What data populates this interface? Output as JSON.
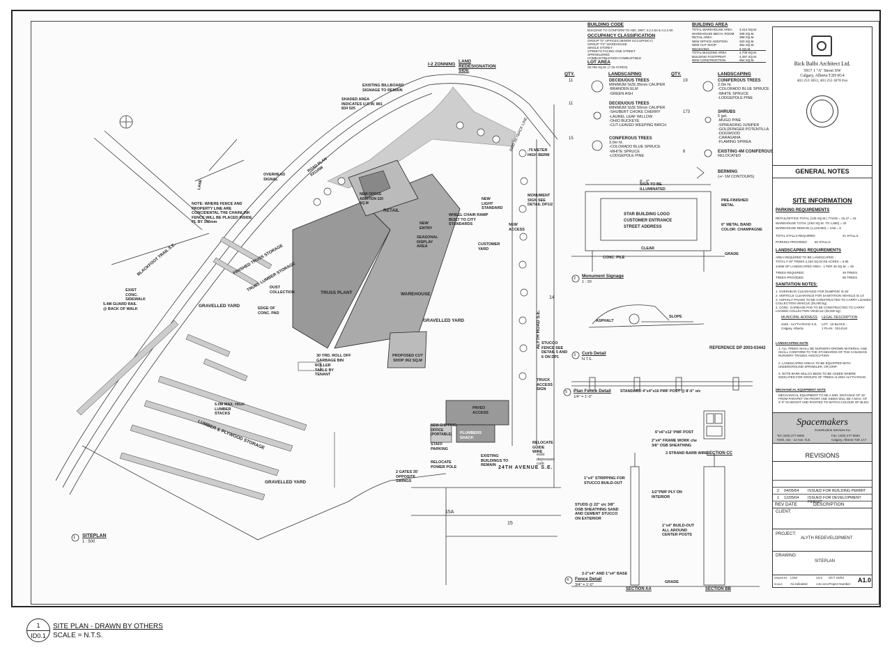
{
  "bottom": {
    "badge_top": "1",
    "badge_bottom": "ID0.1",
    "title": "SITE PLAN - DRAWN BY OTHERS",
    "scale": "SCALE = N.T.S."
  },
  "plan": {
    "i2_zoning": "I-2 ZONNING",
    "land_redesignation": "LAND REDESIGNATION SIDE",
    "existing_billboard": "EXISTING BILLBOARD SIGNAGE TO REMAIN",
    "shaded_area": "SHADED AREA INDICATES U.R.W. 891 834 525",
    "road_plan": "ROAD PLAN 9311096",
    "overhead_signal": "OVERHEAD SIGNAL",
    "lane": "LANE",
    "fence_note": "NOTE: WHERE FENCE AND PROPERTY LINE ARE CONCIDENTAL THE CHAINLINK FENCE WILL BE PLACED INSIDE PL BY 100mm",
    "blackfoot": "BLACKFOOT TRAIL S.E.",
    "finished_truss": "FINISHED TRUSS STORAGE",
    "truss_lumber": "TRUSS LUMBER STORAGE",
    "truss_plant": "TRUSS PLANT",
    "warehouse": "WAREHOUSE",
    "retail": "RETAIL",
    "new_office": "NEW OFFICE ADDITION 320 SQ.M",
    "gravelled_yard_1": "GRAVELLED YARD",
    "gravelled_yard_2": "GRAVELLED YARD",
    "gravelled_yard_3": "GRAVELLED YARD",
    "lumber_plywood": "LUMBER & PLYWOOD STORAGE",
    "proposed_cut_shop": "PROPOSED CUT SHOP 362 SQ.M",
    "customer_yard": "CUSTOMER YARD",
    "alyth_road": "ALYTH ROAD S.E.",
    "avenue_24": "24TH AVENUE S.E.",
    "plumbers_shack": "PLUMBERS SHACK",
    "new_shipping_office": "NEW SHIPPING OFFICE (PORTABLE)",
    "paved_access": "PAVED ACCESS",
    "seasonal_display": "SEASONAL DISPLAY AREA",
    "dust_collection": "DUST COLLECTION",
    "edge_conc_pad": "EDGE OF CONC. PAD",
    "roller_table": "ROLLER TABLE BY TENANT",
    "roll_off": "30 YRD. ROLL OFF GARBAGE BIN",
    "lumber_stacks": "5.0M MAX. HIGH LUMBER STACKS",
    "new_light": "NEW LIGHT STANDARD",
    "monument_sign": "MONUMENT SIGN SEE DETAIL DP1/2",
    "new_access": "NEW ACCESS",
    "new_entry": "NEW ENTRY",
    "wheel_chair": "WHEEL CHAIR RAMP BUILT TO CITY STANDARDS",
    "stucco_fence": "STUCCO FENCE SEE DETAIL 5 AND 6 ON DP1",
    "truck_access": "TRUCK ACCESS SIGN",
    "relocate_guide": "RELOCATE GUIDE WIRE",
    "exist_curb": "exist depressed curb",
    "existing_buildings": "EXISTING BUILDINGS TO REMAIN",
    "relocate_pole": "RELOCATE POWER POLE",
    "two_gates": "2 GATES 35' OPPOSITE SWINGS",
    "staff_parking": "STAFF PARKING",
    "guard_rail": "5.4M GUARD RAIL @ BACK OF WALK",
    "exist_sidewalk": "EXIST CONC. SIDEWALK",
    "siteplan_num": "1",
    "siteplan_label": "SITEPLAN",
    "siteplan_scale": "1 : 500",
    "lot_15": "15",
    "lot_15a": "15A",
    "lot_14": "14",
    "setback": "6000 SETBACK LINE",
    "meter_hedge": ".75 METER HIGH BERM",
    "reference": "REFERENCE DP 2003-03442"
  },
  "code": {
    "building_code_h": "BUILDING CODE",
    "building_code_1": "BUILDING TO CONFORM TO ABC 1997; 3.2.2.54 & 3.2.2.60",
    "occupancy_h": "OCCUPANCY CLASSIFICATION",
    "occ_1": "GROUP \"D\" OFFICES (MINOR OCCUPANCY)",
    "occ_2": "GROUP \"F2\" WAREHOUSE",
    "occ_3": "SINGLE STOREY",
    "occ_4": "STREETS FACING ONE STREET",
    "occ_5": "SPRINKLERED",
    "occ_6": "COMBUSTIBLE/NON-COMBUSTIBLE",
    "lot_area_h": "LOT AREA",
    "lot_area": "28,765 SQ.M. (7.33 ACRES)",
    "building_area_h": "BUILDING AREA",
    "area_rows": [
      [
        "TOTAL WAREHOUSE AREA",
        "3,414 SQ.M."
      ],
      [
        "WAREHOUSE MECH. ROOM",
        "208 SQ.M."
      ],
      [
        "RETAIL AREA",
        "399 SQ.M."
      ],
      [
        "NEW OFFICE ADDITION",
        "320 SQ.M."
      ],
      [
        "NEW CUT SHOP",
        "362 SQ.M."
      ],
      [
        "RECEIVING",
        "9 SQ.M."
      ],
      [
        "TOTAL BUILDING AREA",
        "4,709 SQ.M."
      ],
      [
        "BUILDING FOOTPRINT",
        "4,497 SQ.M."
      ],
      [
        "NEW CONSTRUCTION",
        "694 SQ.M."
      ]
    ]
  },
  "landscape": {
    "qty_h": "QTY.",
    "landscaping_h": "LANDSCAPING",
    "left": [
      {
        "qty": "11",
        "lines": [
          "DECIDUOUS TREES",
          "MINIMUM SIZE 85mm CALIPER",
          "-BRANDEN ELM",
          "-GREEN ASH"
        ]
      },
      {
        "qty": "11",
        "lines": [
          "DECIDUOUS TREES",
          "MINIMUM SIZE 50mm CALIPER",
          "-SHUBERT CHOKE CHERRY",
          "-LAUREL LEAF WILLOW",
          "-OHIO BUCKEYE",
          "-CUT-LEAVED WEEPING BIRCH"
        ]
      },
      {
        "qty": "15",
        "lines": [
          "CONIFEROUS TREES",
          "3.0m ht.",
          "-COLORADO BLUE SPRUCE",
          "-WHITE SPRUCE",
          "-LODGEPOLE PINE"
        ]
      }
    ],
    "right": [
      {
        "qty": "19",
        "lines": [
          "CONIFEROUS TREES",
          "2.0m ht.",
          "-COLORADO BLUE SPRUCE",
          "-WHITE SPRUCE",
          "-LODGEPOLE PINE"
        ]
      },
      {
        "qty": "173",
        "lines": [
          "SHRUBS",
          "5 gal.",
          "-MUGO PINE",
          "-SPREADING JUNIPER",
          "-GOLDFINGER POTENTILLA",
          "-DOGWOOD",
          "-CARAGANA",
          "-FLAMING SPIREA"
        ]
      },
      {
        "qty": "6",
        "lines": [
          "EXISTING 4M CONIFEROUS",
          "RELOCATED"
        ]
      }
    ],
    "berming": [
      "BERMING",
      "(+/- 1M CONTOURS)"
    ]
  },
  "details": {
    "sign_1": "STAR BUILDING LOGO",
    "sign_2": "CUSTOMER ENTRANCE",
    "sign_3": "STREET ADDRESS",
    "sign_note": "SIGN TO BE ILLUMINATED",
    "prefinished": "PRE-FINISHED METAL",
    "metal_band": "6\" METAL BAND COLOR: CHAMPAGNE",
    "grade": "GRADE",
    "clear": "CLEAR",
    "conc_pile": "CONC. PILE",
    "dim_top": "8' - 0\"",
    "d2_num": "2",
    "d2_title": "Monument Signage",
    "d2_scale": "1 : 20",
    "d3_num": "3",
    "d3_title": "Curb Detail",
    "d3_scale": "N.T.S.",
    "d5_num": "5",
    "d5_title": "Plan Fence Detail",
    "d5_scale": "1/4\" = 1'-0\"",
    "d4_num": "4",
    "d4_title": "Fence Detail",
    "d4_scale": "3/4\" = 1'-0\"",
    "standard_post": "STANDARD 4\"x4\"x16 PWF POST @ 8'-0\" o/c",
    "section_cc": "SECTION CC",
    "section_aa": "SECTION AA",
    "section_bb": "SECTION BB",
    "barb_wire": "3 STRAND BARB WIRE",
    "stripping": "1\"x4\" STRIPPING FOR STUCCO BUILD-OUT",
    "studs": "STUDS @ 22\" o/c 3/8\" OSB SHEATHING SAND AND CEMENT STUCCO ON EXTERIOR",
    "plywood": "1/2\"PWF PLY ON INTERIOR",
    "build_out": "1\"x4\" BUILD-OUT ALL AROUND CENTER POSTS",
    "base_note": "2-2\"x4\" AND 1\"x4\" BASE",
    "post_note": "6\"x6\"x12' PWF POST",
    "frame_note": "2\"x4\" FRAME WORK c/w 3/8\" OSB SHEATHING",
    "asphalt": "ASPHALT",
    "slope": "SLOPE"
  },
  "titleblock": {
    "firm": "Rick Balbi Architect Ltd.",
    "address_1": "5917 1 \"A\" Street SW",
    "address_2": "Calgary, Alberta T2H 0G4",
    "phone": "403 253 3053, 403 253 3078 Fax",
    "general_notes": "GENERAL NOTES",
    "site_info": "SITE INFORMATION",
    "parking_h": "PARKING REQUIREMENTS",
    "parking_1": "RETAIL/OFFICE TOTAL (145 SQ.M.) 772/45 = 15.47 = 16",
    "parking_2": "WAREHOUSE TOTAL (1/93 SQ.M. TO 1,860) = 20",
    "parking_3": "WAREHOUSE REMAIN (1,124/450) = 4.55 = 5",
    "parking_req_label": "TOTAL STALLS REQUIRED",
    "parking_req": "41 STALLS",
    "parking_prov_label": "PARKING PROVIDED",
    "parking_prov": "60 STALLS",
    "landscaping_h": "LANDSCAPING REQUIREMENTS",
    "land_1": "AREA REQUIRED TO BE LANDSCAPED :",
    "land_2": "TOTAL # OF TREES   2,160 SQ.M./45 ACRES = 6.85",
    "land_3": "1/45M OF LANDSCAPED AREA : 1 PER 45 SQ.M. = 49",
    "trees_req_label": "TREES REQUIRED :",
    "trees_req": "49 TREES",
    "trees_prov_label": "TREES PROVIDED",
    "trees_prov": "65 TREES",
    "sanitation_h": "SANITATION NOTES:",
    "san_1": "1. OVERHEAD CLEARANCE FOR DUMPING IS 25'",
    "san_2": "2. VERTICLE CLEARANCE FOR SANITATION VEHICLE IS 14'",
    "san_3": "3. ASPHALT PAVING TO BE CONSTRUCTED TO CARRY LOADED COLLECTION VEHICLE (25,000 kg)",
    "san_4": "4. CONC. GARBAGE PAD TO BE CONSTRUCTED TO CARRY LOADED COLLECTION VEHICLE (25,000 kg)",
    "municipal_h": "MUNICIPAL ADDRESS",
    "municipal": "2345 - ALYTH ROAD S.E. Calgary, Alberta",
    "legal_h": "LEGAL DESCRIPTION",
    "legal": "LOT : 15 BLOCK : 1 PLAN : 0214144",
    "landscaping_note_h": "LANDSCAPING NOTE",
    "lnote_1": "1. ALL TREES SHALL BE NURSERY-GROWN MATERIAL AND SHALL CONFORM TO THE STANDARDS OF THE CANADIAN NURSERY TRADES ASSOCIATION",
    "lnote_2": "2. LANDSCAPED AREAS TO BE EQUIPPED WITH UNDERGROUND SPRINKLER, OR DRIP.",
    "lnote_3": "3. NOTE BARK MULCH BEDS TO BE ADDED WHERE INDICATED FOR GROUPS OF TREES ALONG ALYTH ROAD",
    "mech_h": "MECHANICAL EQUIPMENT NOTE",
    "mech": "MECHANICAL EQUIPMENT TO BE A MIN. DISTANCE OF 15' FROM PARAPET ON FRONT AND SIDES WILL BE A MAX. OF 4'-0\" IN HEIGHT AND PAINTED TO MATCH COLOUR OF BLDG.",
    "spacemakers": "Spacemakers",
    "spacemakers_sub": "Construction Services Inc.",
    "sp_tel": "Tel: (403) 277-5905",
    "sp_fax": "Fax: (403) 277-5560",
    "sp_addr": "#200, 411 - 12 Ave. N.E.",
    "sp_city": "Calgary, Alberta  T2E 1A7",
    "revisions": "REVISIONS",
    "rev_rows": [
      [
        "2",
        "04/05/64",
        "ISSUED FOR BUILDING PERMIT"
      ],
      [
        "1",
        "12/05/04",
        "ISSUED FOR DEVELOPMENT PERMIT"
      ]
    ],
    "rev_h": "REV",
    "date_h": "DATE",
    "desc_h": "DESCRIPTION",
    "client": "CLIENT:",
    "project_label": "PROJECT:",
    "project": "ALYTH REDEVELOPMENT",
    "drawing_label": "DRAWING:",
    "drawing": "SITEPLAN",
    "drawn_label": "DRAWN BY:",
    "drawn": "LGM",
    "date_label": "DATE:",
    "date": "OCT 15/03",
    "scale_label": "SCALE:",
    "scale": "As indicated",
    "checked_label": "CHECKED:",
    "project_number": "Project Number",
    "sheet": "A1.0"
  }
}
